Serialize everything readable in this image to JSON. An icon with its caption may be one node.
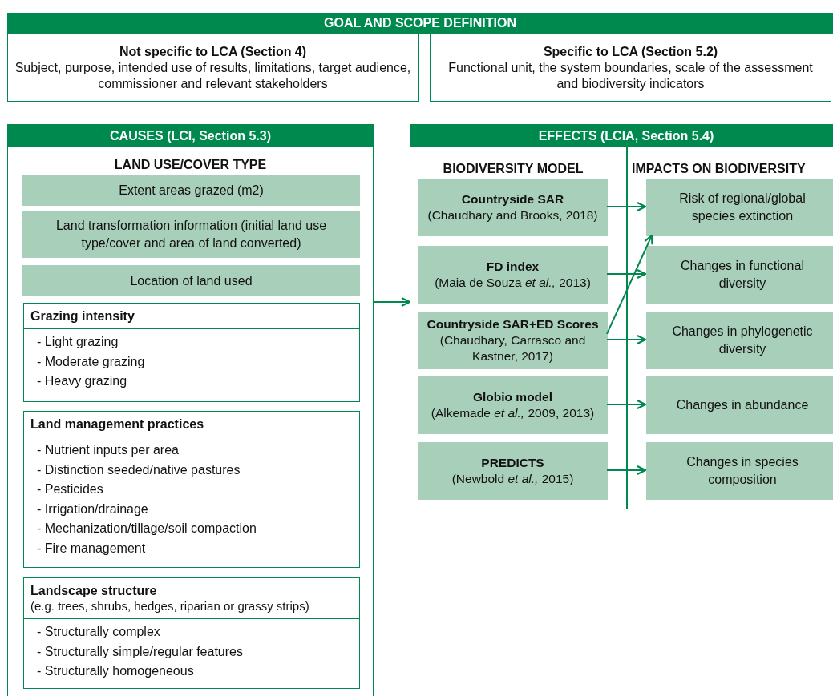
{
  "diagram": {
    "nodes": [
      {
        "text": [
          "GOAL AND SCOPE DEFINITION"
        ]
      },
      {
        "text": [
          "Not specific to LCA (Section 4)",
          "Subject, purpose, intended use of results, limitations, target audience, commissioner and relevant stakeholders"
        ]
      },
      {
        "text": [
          "Specific to LCA (Section 5.2)",
          "Functional unit, the system boundaries, scale of the assessment and biodiversity indicators"
        ]
      },
      {
        "text": [
          "CAUSES (LCI, Section 5.3)",
          "LAND USE/COVER TYPE"
        ]
      },
      {
        "text": [
          "Extent areas grazed (m2)"
        ],
        "in": 3
      },
      {
        "text": [
          "Land transformation information (initial land use type/cover and area of land converted)"
        ],
        "in": 3
      },
      {
        "text": [
          "Location of land used"
        ],
        "in": 3
      },
      {
        "text": [
          "Grazing intensity",
          "- Light grazing",
          "- Moderate grazing",
          "- Heavy grazing"
        ],
        "in": 3
      },
      {
        "text": [
          "Land management practices",
          "- Nutrient inputs per area",
          "- Distinction seeded/native pastures",
          "- Pesticides",
          "- Irrigation/drainage",
          "- Mechanization/tillage/soil compaction",
          "- Fire management"
        ],
        "in": 3
      },
      {
        "text": [
          "Landscape structure",
          "(e.g. trees, shrubs, hedges, riparian or grassy strips)",
          "- Structurally complex",
          "- Structurally simple/regular features",
          "- Structurally homogeneous"
        ],
        "in": 3
      },
      {
        "text": [
          "EFFECTS (LCIA, Section 5.4)",
          "BIODIVERSITY MODEL",
          "IMPACTS ON BIODIVERSITY"
        ]
      },
      {
        "text": [
          "Countryside SAR",
          "(Chaudhary and Brooks, 2018)"
        ],
        "in": 10
      },
      {
        "text": [
          "FD index",
          "(Maia de Souza *et al.,* 2013)"
        ],
        "in": 10
      },
      {
        "text": [
          "Countryside SAR+ED Scores",
          "(Chaudhary, Carrasco and Kastner, 2017)"
        ],
        "in": 10
      },
      {
        "text": [
          "Globio model",
          "(Alkemade *et al.,* 2009, 2013)"
        ],
        "in": 10
      },
      {
        "text": [
          "PREDICTS",
          "(Newbold *et al.,* 2015)"
        ],
        "in": 10
      },
      {
        "text": [
          "Risk of  regional/global species extinction"
        ],
        "in": 10
      },
      {
        "text": [
          "Changes in functional diversity"
        ],
        "in": 10
      },
      {
        "text": [
          "Changes in phylogenetic diversity"
        ],
        "in": 10
      },
      {
        "text": [
          "Changes in abundance"
        ],
        "in": 10
      },
      {
        "text": [
          "Changes in species composition"
        ],
        "in": 10
      }
    ],
    "edges": [
      {
        "from": 3,
        "to": 10,
        "arrow": "to"
      },
      {
        "from": 11,
        "to": 16,
        "arrow": "to"
      },
      {
        "from": 12,
        "to": 17,
        "arrow": "to"
      },
      {
        "from": 13,
        "to": 18,
        "arrow": "to"
      },
      {
        "from": 13,
        "to": 16,
        "arrow": "to"
      },
      {
        "from": 14,
        "to": 19,
        "arrow": "to"
      },
      {
        "from": 15,
        "to": 20,
        "arrow": "to"
      }
    ]
  }
}
